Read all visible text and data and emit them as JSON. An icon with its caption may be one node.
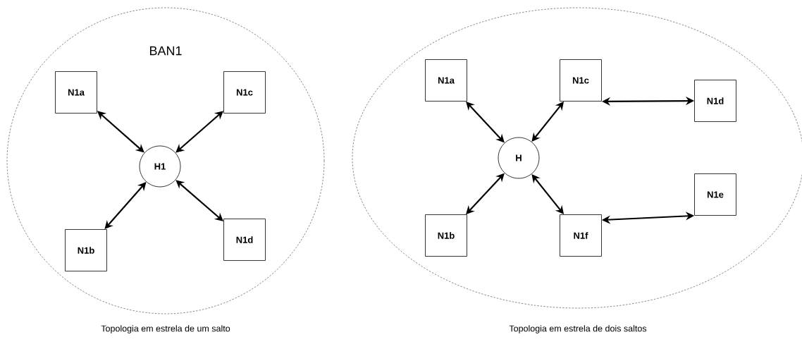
{
  "diagram": {
    "nodes": [
      {
        "text": [
          "BAN1"
        ]
      },
      {
        "text": [
          "N1a"
        ],
        "in": 0
      },
      {
        "text": [
          "N1c"
        ],
        "in": 0
      },
      {
        "text": [
          "H1"
        ],
        "in": 0
      },
      {
        "text": [
          "N1b"
        ],
        "in": 0
      },
      {
        "text": [
          "N1d"
        ],
        "in": 0
      },
      {
        "text": [],
        "shape": "ellipse"
      },
      {
        "text": [
          "N1a"
        ],
        "in": 6
      },
      {
        "text": [
          "N1c"
        ],
        "in": 6
      },
      {
        "text": [
          "N1d"
        ],
        "in": 6
      },
      {
        "text": [
          "H"
        ],
        "in": 6
      },
      {
        "text": [
          "N1e"
        ],
        "in": 6
      },
      {
        "text": [
          "N1b"
        ],
        "in": 6
      },
      {
        "text": [
          "N1f"
        ],
        "in": 6
      }
    ],
    "edges": [
      {
        "from": 1,
        "to": 3,
        "arrow": "both"
      },
      {
        "from": 2,
        "to": 3,
        "arrow": "both"
      },
      {
        "from": 4,
        "to": 3,
        "arrow": "both"
      },
      {
        "from": 5,
        "to": 3,
        "arrow": "both"
      },
      {
        "from": 7,
        "to": 10,
        "arrow": "both"
      },
      {
        "from": 8,
        "to": 10,
        "arrow": "both"
      },
      {
        "from": 8,
        "to": 9,
        "arrow": "both"
      },
      {
        "from": 12,
        "to": 10,
        "arrow": "both"
      },
      {
        "from": 13,
        "to": 10,
        "arrow": "both"
      },
      {
        "from": 13,
        "to": 11,
        "arrow": "both"
      }
    ],
    "labels": [
      "Topologia em estrela de um salto",
      "Topologia em estrela de dois saltos"
    ]
  }
}
